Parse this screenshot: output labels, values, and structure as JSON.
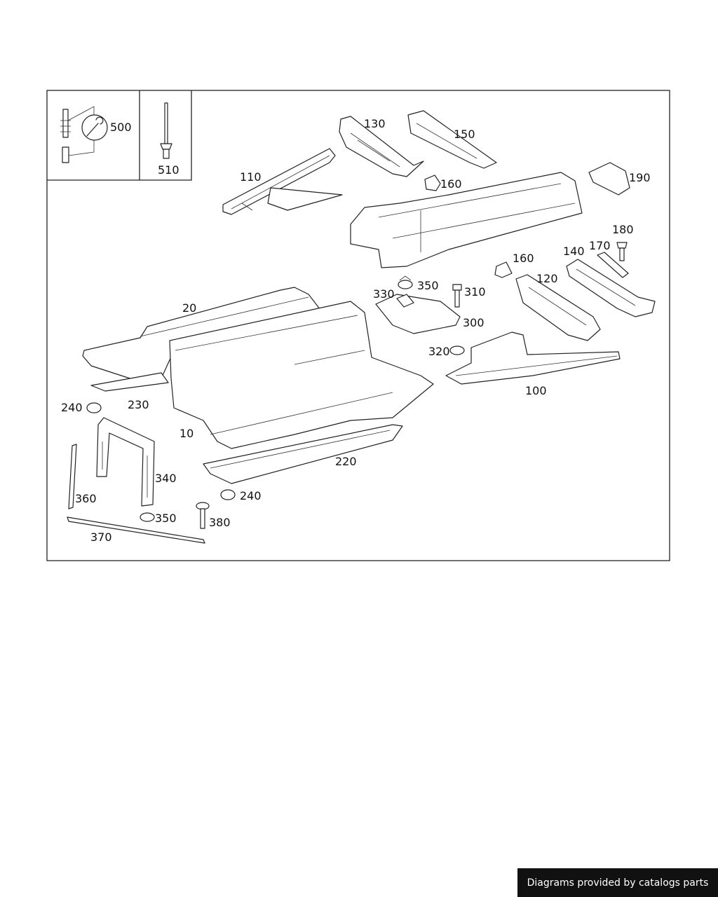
{
  "legend": {
    "tool_label": "500",
    "rivet_label": "510"
  },
  "parts": {
    "p10": "10",
    "p20": "20",
    "p100": "100",
    "p110": "110",
    "p120": "120",
    "p130": "130",
    "p140": "140",
    "p150": "150",
    "p160a": "160",
    "p160b": "160",
    "p170": "170",
    "p180": "180",
    "p190": "190",
    "p220": "220",
    "p230": "230",
    "p240a": "240",
    "p240b": "240",
    "p300": "300",
    "p310": "310",
    "p320": "320",
    "p330": "330",
    "p340": "340",
    "p350a": "350",
    "p350b": "350",
    "p360": "360",
    "p370": "370",
    "p380": "380"
  },
  "footer": {
    "credit": "Diagrams provided by catalogs parts"
  }
}
